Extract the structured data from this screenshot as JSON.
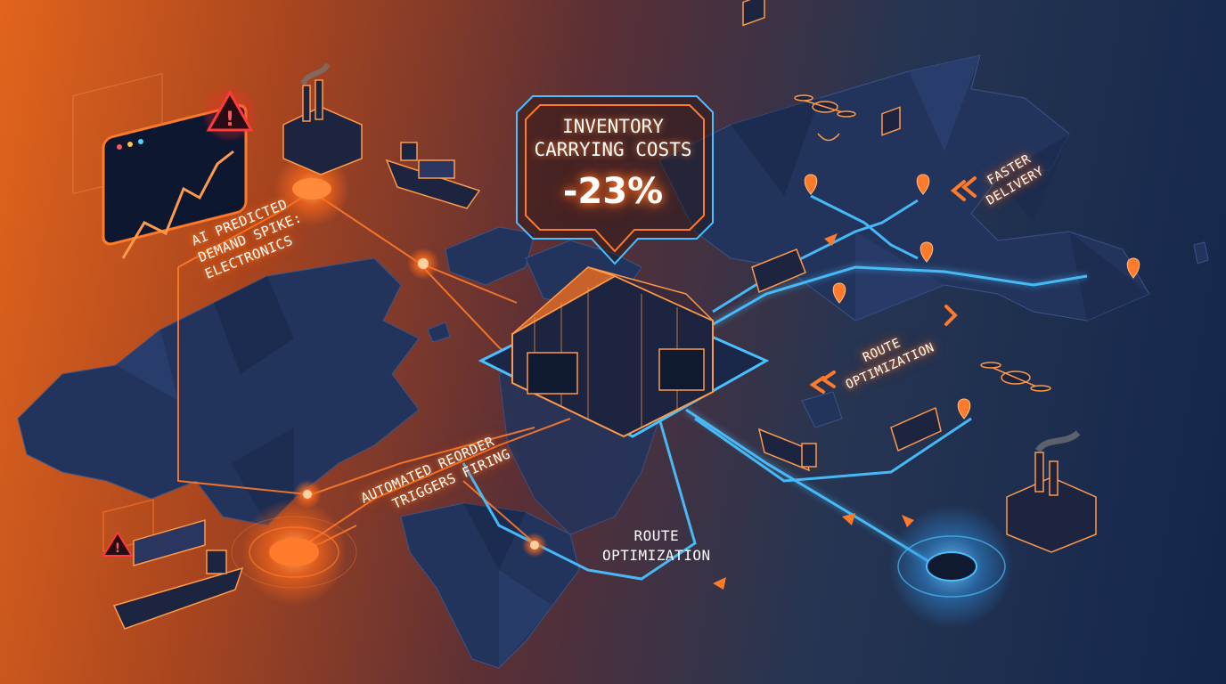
{
  "callout": {
    "line1": "INVENTORY",
    "line2": "CARRYING COSTS",
    "value": "-23%"
  },
  "labels": {
    "ai_prediction": [
      "AI PREDICTED",
      "DEMAND SPIKE:",
      "ELECTRONICS"
    ],
    "reorder": [
      "AUTOMATED REORDER",
      "TRIGGERS FIRING"
    ],
    "route_bottom": [
      "ROUTE",
      "OPTIMIZATION"
    ],
    "route_right": [
      "ROUTE",
      "OPTIMIZATION"
    ],
    "faster": [
      "FASTER",
      "DELIVERY"
    ]
  },
  "colors": {
    "accent_orange": "#ff7a2a",
    "accent_blue": "#39b4ff",
    "alert_red": "#ff2a2a",
    "land": "#22345c"
  },
  "icons": [
    "warning-icon",
    "factory-icon",
    "cargo-ship-icon",
    "warehouse-icon",
    "delivery-truck-icon",
    "drone-icon",
    "location-pin-icon",
    "chevron-icon",
    "analytics-monitor-icon"
  ]
}
